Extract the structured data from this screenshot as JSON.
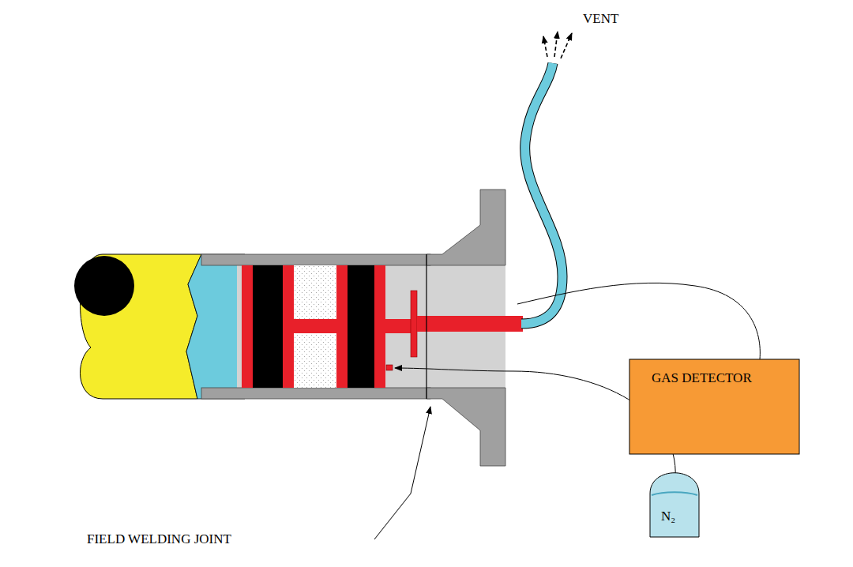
{
  "diagram": {
    "nodes": [
      {
        "text": [
          "GAS DETECTOR"
        ]
      },
      {
        "text": [
          "N₂"
        ]
      }
    ],
    "labels": [
      "VENT",
      "FIELD WELDING JOINT"
    ]
  }
}
